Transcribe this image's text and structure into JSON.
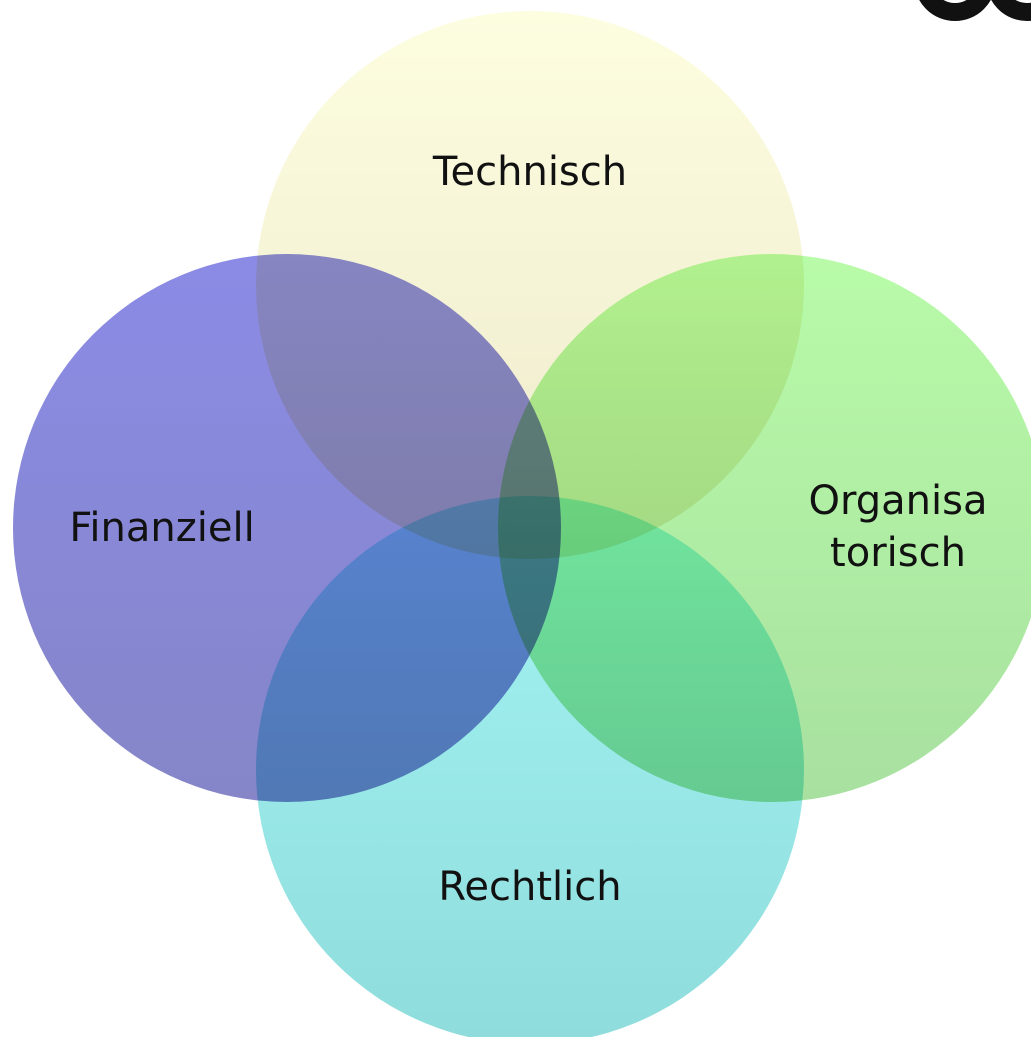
{
  "diagram": {
    "circles": [
      {
        "id": "technisch",
        "lines": [
          "Technisch"
        ],
        "color_top": "#fdfde0",
        "color_bottom": "#eeeacc"
      },
      {
        "id": "organisatorisch",
        "lines": [
          "Organisa",
          "torisch"
        ],
        "color_top": "#b8fba8",
        "color_bottom": "#a8e0a0"
      },
      {
        "id": "finanziell",
        "lines": [
          "Finanziell"
        ],
        "color_top": "#8b8be6",
        "color_bottom": "#8585c8"
      },
      {
        "id": "rechtlich",
        "lines": [
          "Rechtlich"
        ],
        "color_top": "#a4f4f4",
        "color_bottom": "#8fdcdc"
      }
    ]
  },
  "logo": {
    "icon": "logo-fragment-icon",
    "color": "#111111"
  }
}
